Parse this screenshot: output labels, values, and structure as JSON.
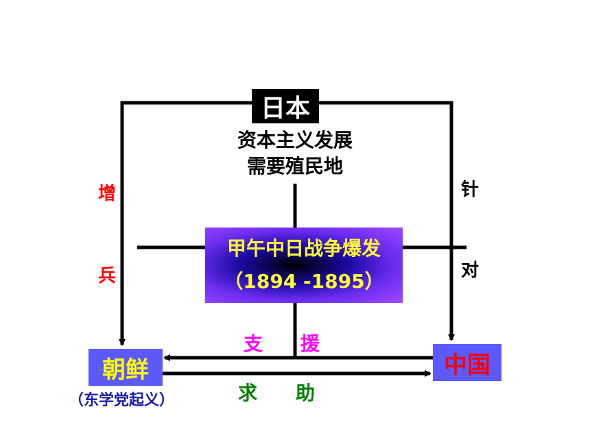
{
  "japan": {
    "label": "日本",
    "description_line1": "资本主义发展",
    "description_line2": "需要殖民地"
  },
  "war": {
    "title": "甲午中日战争爆发",
    "years": "（1894 -1895）"
  },
  "korea": {
    "label": "朝鲜",
    "note": "（东学党起义）"
  },
  "china": {
    "label": "中国"
  },
  "left_arrow_label": {
    "char1": "增",
    "char2": "兵"
  },
  "right_arrow_label": {
    "char1": "针",
    "char2": "对"
  },
  "china_to_korea_label": {
    "char1": "支",
    "char2": "援"
  },
  "korea_to_china_label": {
    "char1": "求",
    "char2": "助"
  },
  "colors": {
    "box_fill": "#5a5aff",
    "war_title_text": "#ffff33",
    "korea_text": "#ffff00",
    "china_text": "#ff0000",
    "increase_troops_text": "#ff0000",
    "support_text": "#ff00ff",
    "request_help_text": "#008000"
  }
}
